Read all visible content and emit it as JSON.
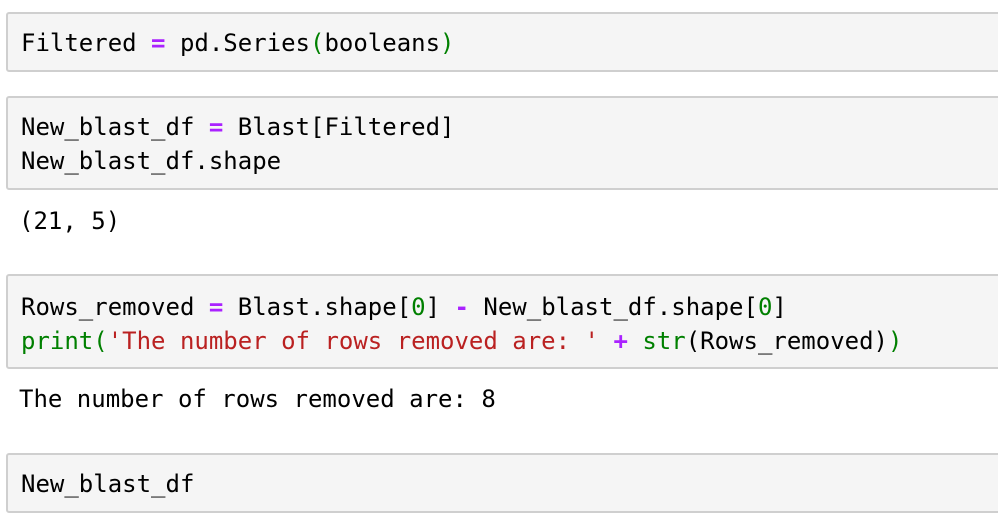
{
  "cells": {
    "cell1": {
      "line1": {
        "var": "Filtered",
        "op": "=",
        "call": "pd.Series",
        "open": "(",
        "arg": "booleans",
        "close": ")"
      }
    },
    "cell2": {
      "line1": {
        "var": "New_blast_df",
        "op": "=",
        "expr": "Blast[Filtered]"
      },
      "line2": {
        "expr": "New_blast_df.shape"
      },
      "output": "(21, 5)"
    },
    "cell3": {
      "line1": {
        "var": "Rows_removed",
        "op": "=",
        "expr1": "Blast.shape[",
        "idx1": "0",
        "close1": "]",
        "minus": "-",
        "expr2": "New_blast_df.shape[",
        "idx2": "0",
        "close2": "]"
      },
      "line2": {
        "print": "print",
        "open": "(",
        "string": "'The number of rows removed are: '",
        "plus": "+",
        "str": "str",
        "inner": "(Rows_removed)",
        "close": ")"
      },
      "output": "The number of rows removed are: 8"
    },
    "cell4": {
      "line1": {
        "expr": "New_blast_df"
      }
    }
  }
}
